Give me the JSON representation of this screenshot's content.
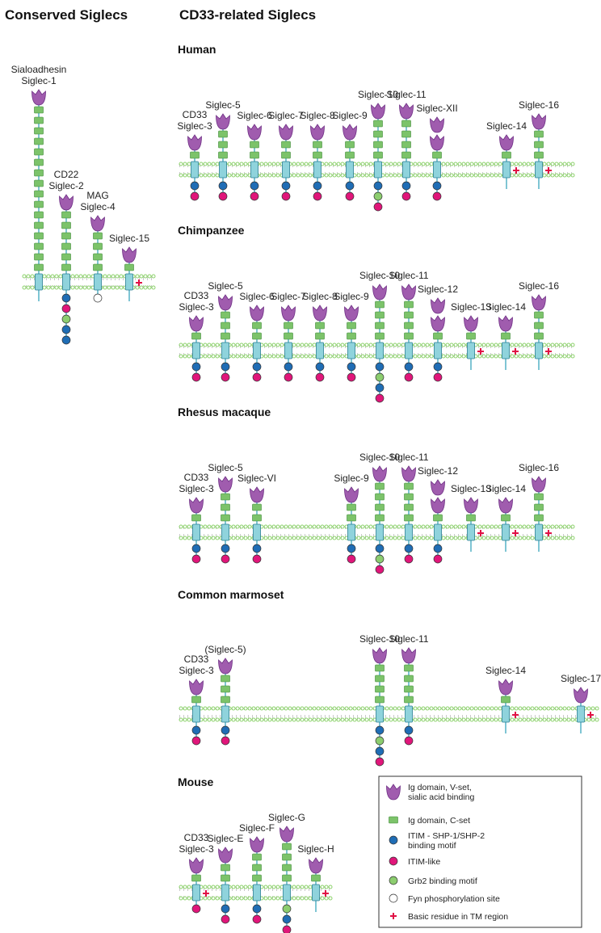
{
  "headings": {
    "conserved": "Conserved Siglecs",
    "cd33": "CD33-related Siglecs"
  },
  "colors": {
    "vset": "#a05cae",
    "vset_dark": "#6e2f84",
    "cset": "#7cc36a",
    "cset_stroke": "#3f8a36",
    "stalk": "#3aa6bd",
    "tm": "#8fd3dc",
    "tm_stroke": "#2a7f94",
    "itim": "#1f6db5",
    "itim_like": "#e0167a",
    "grb2": "#8ccd6f",
    "fyn": "#ffffff",
    "basic": "#e01045",
    "membrane": "#8cd16b",
    "lipid": "#c9c9c9"
  },
  "sections": [
    {
      "id": "conserved",
      "membrane_span": [
        28,
        192
      ],
      "proteins": [
        {
          "label": [
            "Sialoadhesin",
            "Siglec-1"
          ],
          "cset": 16,
          "ic": []
        },
        {
          "label": [
            "CD22",
            "Siglec-2"
          ],
          "cset": 6,
          "ic": [
            "itim",
            "itim_like",
            "grb2",
            "itim",
            "itim"
          ]
        },
        {
          "label": [
            "MAG",
            "Siglec-4"
          ],
          "cset": 4,
          "ic": [
            "fyn"
          ]
        },
        {
          "label": [
            "Siglec-15"
          ],
          "cset": 1,
          "ic": [],
          "plus": true
        }
      ]
    },
    {
      "id": "human",
      "title": "Human",
      "proteins": [
        {
          "label": [
            "CD33",
            "Siglec-3"
          ],
          "cset": 1,
          "ic": [
            "itim",
            "itim_like"
          ]
        },
        {
          "label": [
            "Siglec-5"
          ],
          "cset": 3,
          "ic": [
            "itim",
            "itim_like"
          ]
        },
        {
          "label": [
            "Siglec-6"
          ],
          "cset": 2,
          "ic": [
            "itim",
            "itim_like"
          ]
        },
        {
          "label": [
            "Siglec-7"
          ],
          "cset": 2,
          "ic": [
            "itim",
            "itim_like"
          ]
        },
        {
          "label": [
            "Siglec-8"
          ],
          "cset": 2,
          "ic": [
            "itim",
            "itim_like"
          ]
        },
        {
          "label": [
            "Siglec-9"
          ],
          "cset": 2,
          "ic": [
            "itim",
            "itim_like"
          ]
        },
        {
          "label": [
            "Siglec-10"
          ],
          "cset": 4,
          "ic": [
            "itim",
            "grb2",
            "itim_like"
          ]
        },
        {
          "label": [
            "Siglec-11"
          ],
          "cset": 4,
          "ic": [
            "itim",
            "itim_like"
          ]
        },
        {
          "label": [
            "Siglec-XII"
          ],
          "cset": 1,
          "vsets": 2,
          "ic": [
            "itim",
            "itim_like"
          ]
        },
        {
          "label": [
            "Siglec-14"
          ],
          "cset": 1,
          "ic": [],
          "plus": true
        },
        {
          "label": [
            "Siglec-16"
          ],
          "cset": 3,
          "ic": [],
          "plus": true
        }
      ]
    },
    {
      "id": "chimpanzee",
      "title": "Chimpanzee",
      "proteins": [
        {
          "label": [
            "CD33",
            "Siglec-3"
          ],
          "cset": 1,
          "ic": [
            "itim",
            "itim_like"
          ]
        },
        {
          "label": [
            "Siglec-5"
          ],
          "cset": 3,
          "ic": [
            "itim",
            "itim_like"
          ]
        },
        {
          "label": [
            "Siglec-6"
          ],
          "cset": 2,
          "ic": [
            "itim",
            "itim_like"
          ]
        },
        {
          "label": [
            "Siglec-7"
          ],
          "cset": 2,
          "ic": [
            "itim",
            "itim_like"
          ]
        },
        {
          "label": [
            "Siglec-8"
          ],
          "cset": 2,
          "ic": [
            "itim",
            "itim_like"
          ]
        },
        {
          "label": [
            "Siglec-9"
          ],
          "cset": 2,
          "ic": [
            "itim",
            "itim_like"
          ]
        },
        {
          "label": [
            "Siglec-10"
          ],
          "cset": 4,
          "ic": [
            "itim",
            "grb2",
            "itim",
            "itim_like"
          ]
        },
        {
          "label": [
            "Siglec-11"
          ],
          "cset": 4,
          "ic": [
            "itim",
            "itim_like"
          ]
        },
        {
          "label": [
            "Siglec-12"
          ],
          "cset": 1,
          "vsets": 2,
          "ic": [
            "itim",
            "itim_like"
          ]
        },
        {
          "label": [
            "Siglec-13"
          ],
          "cset": 1,
          "ic": [],
          "plus": true
        },
        {
          "label": [
            "Siglec-14"
          ],
          "cset": 1,
          "ic": [],
          "plus": true
        },
        {
          "label": [
            "Siglec-16"
          ],
          "cset": 3,
          "ic": [],
          "plus": true
        }
      ]
    },
    {
      "id": "rhesus",
      "title": "Rhesus macaque",
      "proteins": [
        {
          "label": [
            "CD33",
            "Siglec-3"
          ],
          "cset": 1,
          "ic": [
            "itim",
            "itim_like"
          ]
        },
        {
          "label": [
            "Siglec-5"
          ],
          "cset": 3,
          "ic": [
            "itim",
            "itim_like"
          ]
        },
        {
          "label": [
            "Siglec-VI"
          ],
          "cset": 2,
          "ic": [
            "itim",
            "itim_like"
          ]
        },
        {
          "label": [
            "Siglec-9"
          ],
          "cset": 2,
          "ic": [
            "itim",
            "itim_like"
          ]
        },
        {
          "label": [
            "Siglec-10"
          ],
          "cset": 4,
          "ic": [
            "itim",
            "grb2",
            "itim_like"
          ]
        },
        {
          "label": [
            "Siglec-11"
          ],
          "cset": 4,
          "ic": [
            "itim",
            "itim_like"
          ]
        },
        {
          "label": [
            "Siglec-12"
          ],
          "cset": 1,
          "vsets": 2,
          "ic": [
            "itim",
            "itim_like"
          ]
        },
        {
          "label": [
            "Siglec-13"
          ],
          "cset": 1,
          "ic": [],
          "plus": true
        },
        {
          "label": [
            "Siglec-14"
          ],
          "cset": 1,
          "ic": [],
          "plus": true
        },
        {
          "label": [
            "Siglec-16"
          ],
          "cset": 3,
          "ic": [],
          "plus": true
        }
      ]
    },
    {
      "id": "marmoset",
      "title": "Common marmoset",
      "proteins": [
        {
          "label": [
            "CD33",
            "Siglec-3"
          ],
          "cset": 1,
          "ic": [
            "itim",
            "itim_like"
          ]
        },
        {
          "label": [
            "(Siglec-5)"
          ],
          "cset": 3,
          "ic": [
            "itim",
            "itim_like"
          ]
        },
        {
          "label": [
            "Siglec-10"
          ],
          "cset": 4,
          "ic": [
            "itim",
            "grb2",
            "itim",
            "itim_like"
          ]
        },
        {
          "label": [
            "Siglec-11"
          ],
          "cset": 4,
          "ic": [
            "itim",
            "itim_like"
          ]
        },
        {
          "label": [
            "Siglec-14"
          ],
          "cset": 1,
          "ic": [],
          "plus": true
        },
        {
          "label": [
            "Siglec-17"
          ],
          "cset": 0,
          "ic": [],
          "plus": true
        }
      ]
    },
    {
      "id": "mouse",
      "title": "Mouse",
      "proteins": [
        {
          "label": [
            "CD33",
            "Siglec-3"
          ],
          "cset": 1,
          "ic": [
            "itim_like"
          ],
          "plus": true
        },
        {
          "label": [
            "Siglec-E"
          ],
          "cset": 2,
          "ic": [
            "itim",
            "itim_like"
          ]
        },
        {
          "label": [
            "Siglec-F"
          ],
          "cset": 3,
          "ic": [
            "itim",
            "itim_like"
          ]
        },
        {
          "label": [
            "Siglec-G"
          ],
          "cset": 4,
          "ic": [
            "grb2",
            "itim",
            "itim_like"
          ]
        },
        {
          "label": [
            "Siglec-H"
          ],
          "cset": 1,
          "ic": [],
          "plus": true
        }
      ]
    }
  ],
  "legend": [
    {
      "key": "vset",
      "text": [
        "Ig domain, V-set,",
        "sialic acid binding"
      ]
    },
    {
      "key": "cset",
      "text": [
        "Ig domain, C-set"
      ]
    },
    {
      "key": "itim",
      "text": [
        "ITIM - SHP-1/SHP-2",
        "binding motif"
      ]
    },
    {
      "key": "itim_like",
      "text": [
        "ITIM-like"
      ]
    },
    {
      "key": "grb2",
      "text": [
        "Grb2 binding motif"
      ]
    },
    {
      "key": "fyn",
      "text": [
        "Fyn phosphorylation site"
      ]
    },
    {
      "key": "basic",
      "text": [
        "Basic residue in TM region"
      ]
    }
  ]
}
